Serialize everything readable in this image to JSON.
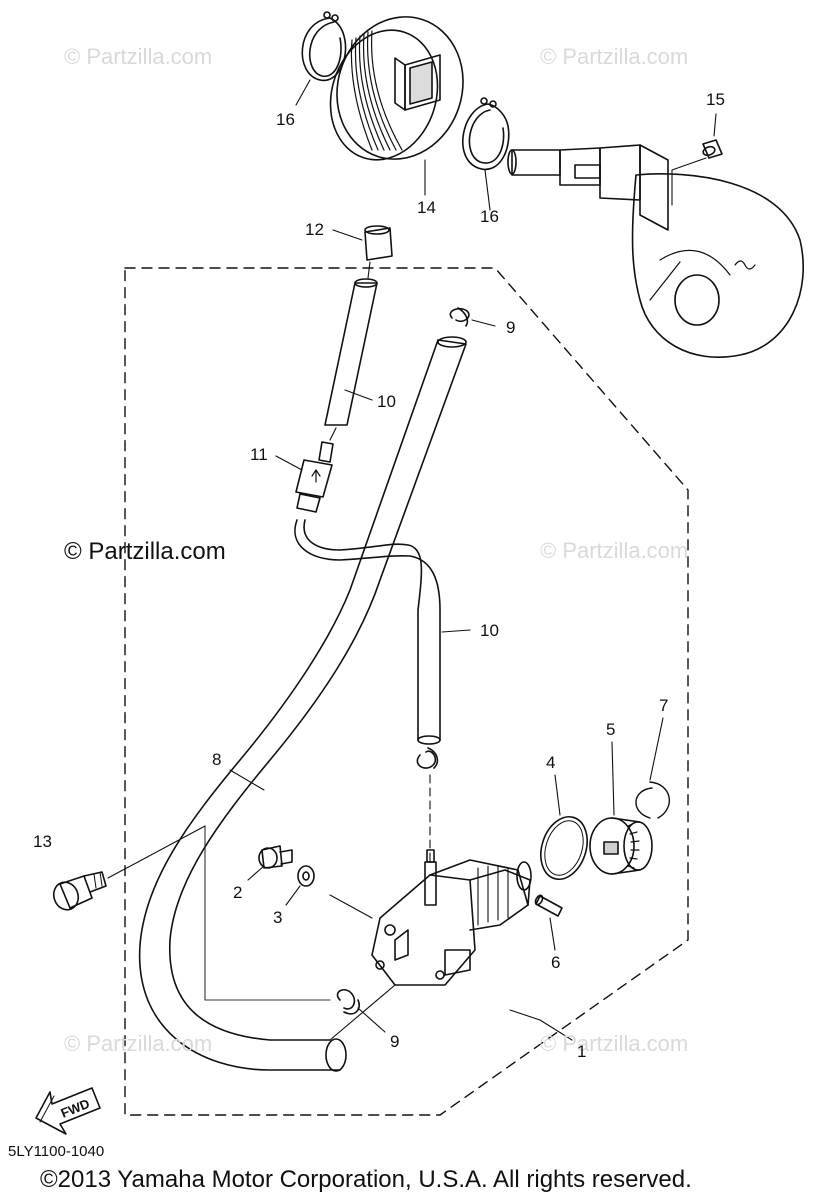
{
  "watermarks": {
    "faint_top_left": "© Partzilla.com",
    "faint_top_right": "© Partzilla.com",
    "dark_mid_left": "© Partzilla.com",
    "faint_mid_right": "© Partzilla.com",
    "faint_bottom_left": "© Partzilla.com",
    "faint_bottom_right": "© Partzilla.com"
  },
  "callouts": {
    "c1": "1",
    "c2": "2",
    "c3": "3",
    "c4": "4",
    "c5": "5",
    "c6": "6",
    "c7": "7",
    "c8": "8",
    "c9a": "9",
    "c9b": "9",
    "c10a": "10",
    "c10b": "10",
    "c11": "11",
    "c12": "12",
    "c13": "13",
    "c14": "14",
    "c15": "15",
    "c16a": "16",
    "c16b": "16"
  },
  "fwd_label": "FWD",
  "part_code": "5LY1100-1040",
  "copyright": "©2013  Yamaha Motor Corporation, U.S.A. All rights reserved.",
  "colors": {
    "line": "#111111",
    "watermark": "#d9d9d9",
    "background": "#ffffff"
  }
}
